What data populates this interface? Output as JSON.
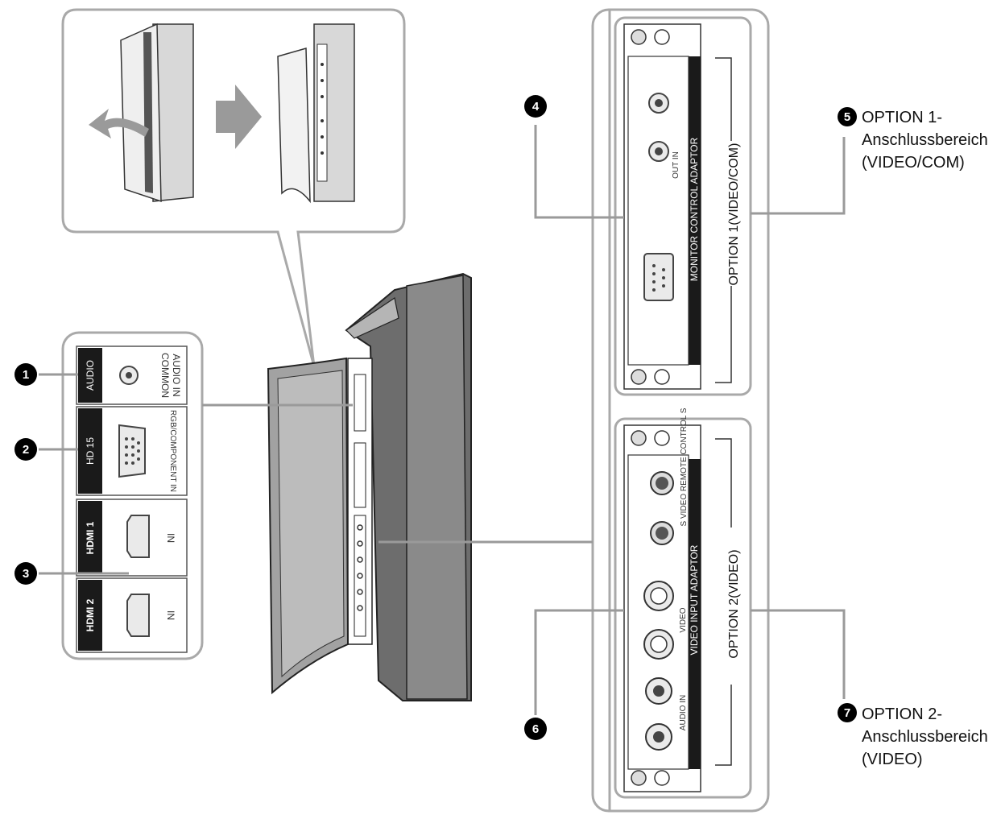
{
  "callouts": [
    {
      "num": "1"
    },
    {
      "num": "2"
    },
    {
      "num": "3"
    },
    {
      "num": "4"
    },
    {
      "num": "5",
      "line1": "OPTION 1-",
      "line2": "Anschlussbereich",
      "line3": "(VIDEO/COM)"
    },
    {
      "num": "6"
    },
    {
      "num": "7",
      "line1": "OPTION 2-",
      "line2": "Anschlussbereich",
      "line3": "(VIDEO)"
    }
  ],
  "left_panel": {
    "audio_label": "AUDIO",
    "common_audio_line1": "COMMON",
    "common_audio_line2": "AUDIO IN",
    "hd15_label": "HD 15",
    "rgb_component_label": "RGB/COMPONENT IN",
    "hdmi1_label": "HDMI 1",
    "hdmi1_in": "IN",
    "hdmi2_label": "HDMI 2",
    "hdmi2_in": "IN"
  },
  "option1_panel": {
    "adaptor_label": "MONITOR CONTROL ADAPTOR",
    "out_in_label": "OUT IN",
    "slot_label": "OPTION 1(VIDEO/COM)"
  },
  "option2_panel": {
    "adaptor_label": "VIDEO INPUT ADAPTOR",
    "remote_label": "S VIDEO REMOTE CONTROL S",
    "video_label": "VIDEO",
    "audio_in_label": "AUDIO IN",
    "slot_label": "OPTION 2(VIDEO)"
  },
  "colors": {
    "outline": "#a9a9a9",
    "dark": "#1a1a1a",
    "badge": "#000000"
  }
}
